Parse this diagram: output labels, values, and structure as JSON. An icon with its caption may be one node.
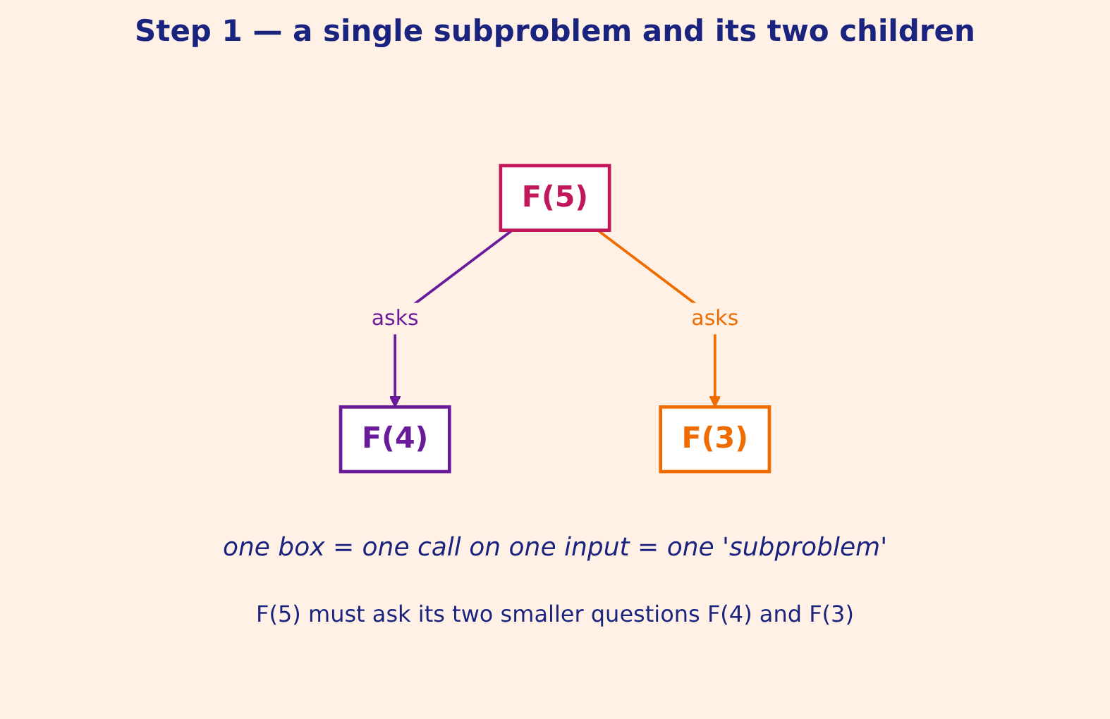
{
  "diagram": {
    "title": "Step 1 — a single subproblem and its two children",
    "nodes": [
      {
        "text": [
          "F(5)"
        ]
      },
      {
        "text": [
          "F(4)"
        ]
      },
      {
        "text": [
          "F(3)"
        ]
      }
    ],
    "edges": [
      {
        "from": 0,
        "to": 1,
        "arrow": "to",
        "label": "asks",
        "color": "#6a1b9a"
      },
      {
        "from": 0,
        "to": 2,
        "arrow": "to",
        "label": "asks",
        "color": "#ef6c00"
      }
    ],
    "labels": [
      "one box = one call on one input = one 'subproblem'",
      "F(5) must ask its two smaller questions F(4) and F(3)"
    ]
  }
}
